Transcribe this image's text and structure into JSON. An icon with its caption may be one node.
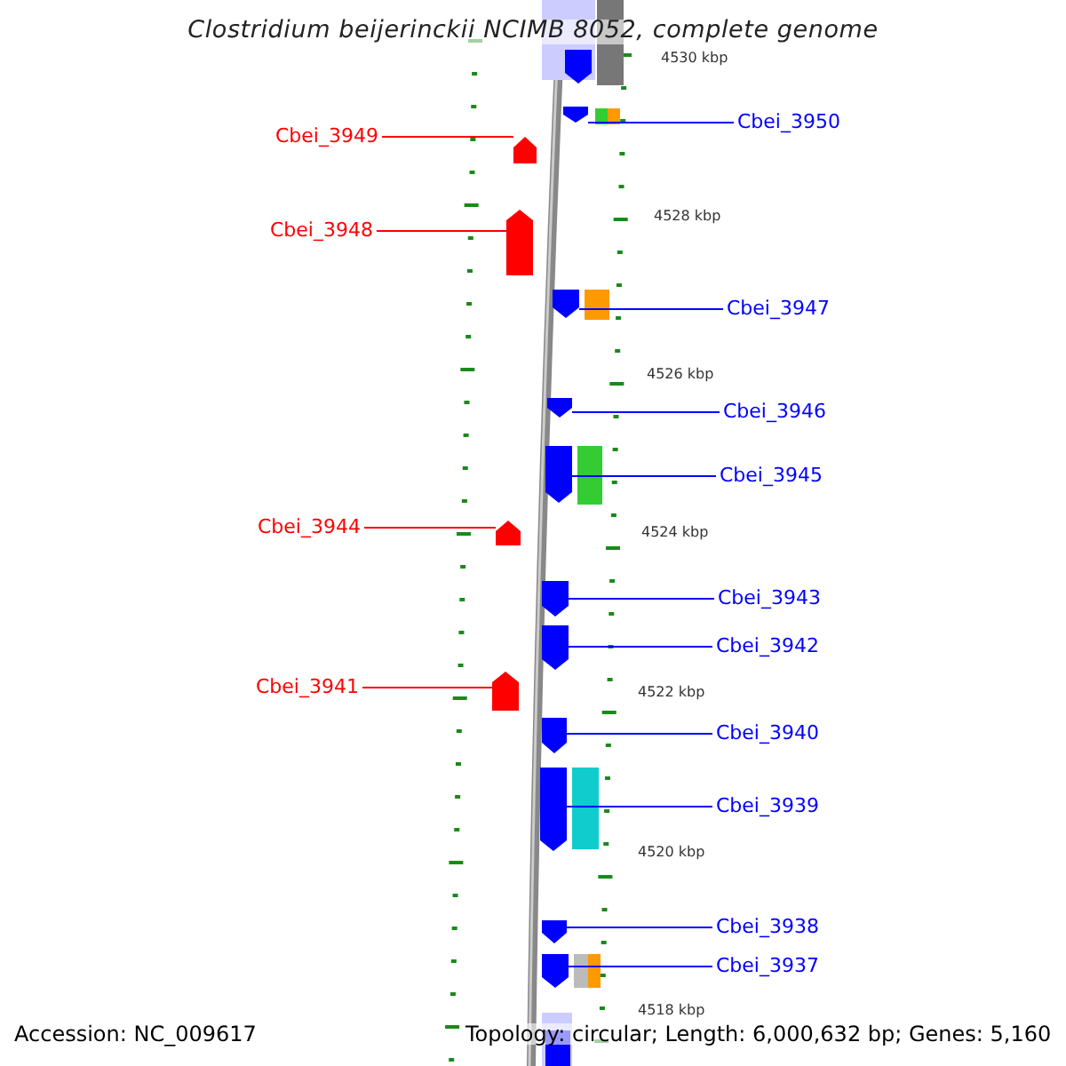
{
  "diagram": {
    "title": "Clostridium beijerinckii NCIMB 8052, complete genome",
    "nodes": [
      {
        "text": [
          "Cbei_3949"
        ]
      },
      {
        "text": [
          "Cbei_3950"
        ]
      },
      {
        "text": [
          "Cbei_3948"
        ]
      },
      {
        "text": [
          "Cbei_3947"
        ]
      },
      {
        "text": [
          "Cbei_3946"
        ]
      },
      {
        "text": [
          "Cbei_3945"
        ]
      },
      {
        "text": [
          "Cbei_3944"
        ]
      },
      {
        "text": [
          "Cbei_3943"
        ]
      },
      {
        "text": [
          "Cbei_3942"
        ]
      },
      {
        "text": [
          "Cbei_3941"
        ]
      },
      {
        "text": [
          "Cbei_3940"
        ]
      },
      {
        "text": [
          "Cbei_3939"
        ]
      },
      {
        "text": [
          "Cbei_3938"
        ]
      },
      {
        "text": [
          "Cbei_3937"
        ]
      },
      {
        "text": [],
        "shape": "box"
      },
      {
        "text": [],
        "shape": "box"
      },
      {
        "text": [],
        "shape": "box"
      },
      {
        "text": [],
        "shape": "box"
      },
      {
        "text": [],
        "shape": "box"
      },
      {
        "text": [],
        "shape": "box"
      },
      {
        "text": [],
        "shape": "box"
      },
      {
        "text": [],
        "shape": "box"
      },
      {
        "text": [],
        "shape": "box"
      },
      {
        "text": [],
        "shape": "box"
      },
      {
        "text": [],
        "shape": "box"
      },
      {
        "text": [],
        "shape": "box"
      },
      {
        "text": [],
        "shape": "box"
      },
      {
        "text": [],
        "shape": "box"
      }
    ],
    "edges": [
      {
        "from": 0,
        "to": 14,
        "arrow": "none",
        "color": "#ff0000"
      },
      {
        "from": 1,
        "to": 15,
        "arrow": "none"
      },
      {
        "from": 2,
        "to": 16,
        "arrow": "none",
        "color": "#ff0000"
      },
      {
        "from": 3,
        "to": 17,
        "arrow": "none"
      },
      {
        "from": 4,
        "to": 18,
        "arrow": "none"
      },
      {
        "from": 5,
        "to": 19,
        "arrow": "none"
      },
      {
        "from": 6,
        "to": 20,
        "arrow": "none",
        "color": "#ff0000"
      },
      {
        "from": 7,
        "to": 21,
        "arrow": "none"
      },
      {
        "from": 8,
        "to": 22,
        "arrow": "none"
      },
      {
        "from": 9,
        "to": 23,
        "arrow": "none",
        "color": "#ff0000"
      },
      {
        "from": 10,
        "to": 24,
        "arrow": "none"
      },
      {
        "from": 11,
        "to": 25,
        "arrow": "none"
      },
      {
        "from": 12,
        "to": 26,
        "arrow": "none"
      },
      {
        "from": 13,
        "to": 27,
        "arrow": "none"
      }
    ],
    "labels": [
      "4530 kbp",
      "4528 kbp",
      "4526 kbp",
      "4524 kbp",
      "4522 kbp",
      "4520 kbp",
      "4518 kbp",
      "Accession: NC_009617",
      "Topology: circular; Length: 6,000,632 bp; Genes: 5,160"
    ]
  }
}
